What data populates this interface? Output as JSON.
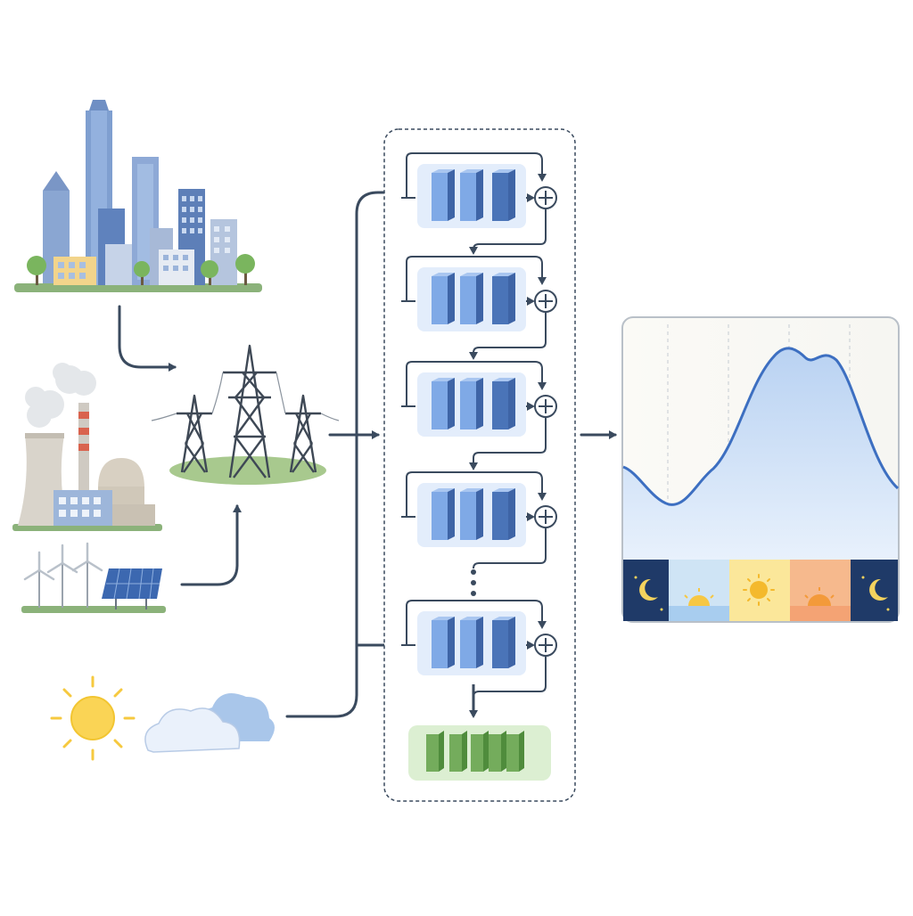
{
  "colors": {
    "background": "#ffffff",
    "arrow": "#3a4a5e",
    "block_blue_light": "#7fa9e6",
    "block_blue_dark": "#4a74b8",
    "block_bg": "#e3edfb",
    "output_green": "#74ac5c",
    "output_bg": "#dcefd2",
    "curve_line": "#3d6fc1",
    "curve_fill": "#cfe0f7",
    "night": "#1f3a68",
    "dawn": "#cfe4f5",
    "noon": "#fbe79a",
    "dusk": "#f6b98d"
  },
  "icons": {
    "city": "city-skyline-icon",
    "power_plant": "power-plant-icon",
    "renewables": "wind-solar-icon",
    "grid": "transmission-tower-icon",
    "weather": "sun-cloud-icon",
    "adder": "plus-circle-icon"
  },
  "network": {
    "residual_block_count_shown": 5,
    "ellipsis_between": "...",
    "output_layer": "dense-output"
  },
  "time_strip": [
    {
      "period": "night",
      "icon": "moon-icon"
    },
    {
      "period": "sunrise",
      "icon": "sunrise-icon"
    },
    {
      "period": "midday",
      "icon": "sun-icon"
    },
    {
      "period": "sunset",
      "icon": "sunset-icon"
    },
    {
      "period": "night",
      "icon": "moon-icon"
    }
  ]
}
